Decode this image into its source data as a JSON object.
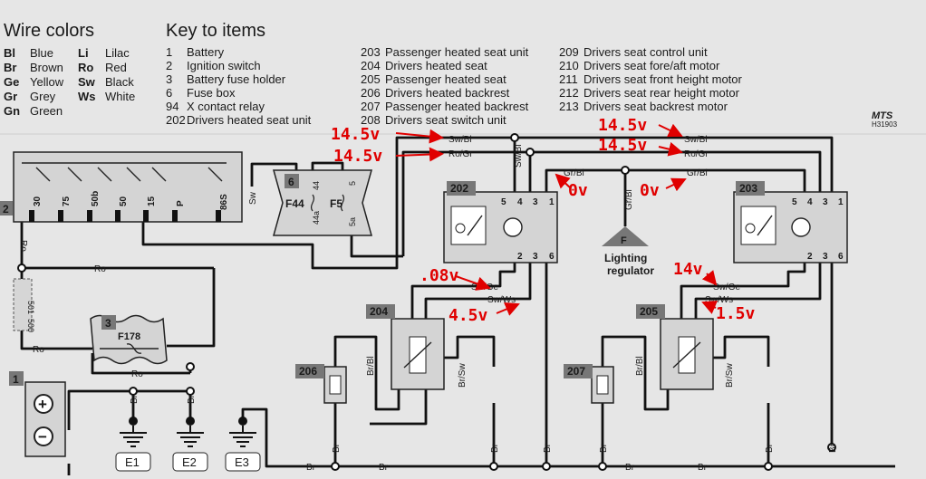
{
  "header": {
    "wire_colors_title": "Wire colors",
    "key_title": "Key to items",
    "wire_colors": [
      {
        "code": "Bl",
        "name": "Blue"
      },
      {
        "code": "Br",
        "name": "Brown"
      },
      {
        "code": "Ge",
        "name": "Yellow"
      },
      {
        "code": "Gr",
        "name": "Grey"
      },
      {
        "code": "Gn",
        "name": "Green"
      },
      {
        "code": "Li",
        "name": "Lilac"
      },
      {
        "code": "Ro",
        "name": "Red"
      },
      {
        "code": "Sw",
        "name": "Black"
      },
      {
        "code": "Ws",
        "name": "White"
      }
    ],
    "key_items": [
      {
        "num": "1",
        "name": "Battery"
      },
      {
        "num": "2",
        "name": "Ignition switch"
      },
      {
        "num": "3",
        "name": "Battery fuse holder"
      },
      {
        "num": "6",
        "name": "Fuse box"
      },
      {
        "num": "94",
        "name": "X contact relay"
      },
      {
        "num": "202",
        "name": "Drivers heated seat unit"
      },
      {
        "num": "203",
        "name": "Passenger heated seat unit"
      },
      {
        "num": "204",
        "name": "Drivers heated seat"
      },
      {
        "num": "205",
        "name": "Passenger heated seat"
      },
      {
        "num": "206",
        "name": "Drivers heated backrest"
      },
      {
        "num": "207",
        "name": "Passenger heated backrest"
      },
      {
        "num": "208",
        "name": "Drivers seat switch unit"
      },
      {
        "num": "209",
        "name": "Drivers seat control unit"
      },
      {
        "num": "210",
        "name": "Drivers seat fore/aft motor"
      },
      {
        "num": "211",
        "name": "Drivers seat front height motor"
      },
      {
        "num": "212",
        "name": "Drivers seat rear height motor"
      },
      {
        "num": "213",
        "name": "Drivers seat backrest motor"
      }
    ],
    "mts": "MTS",
    "ref": "H31903"
  },
  "components": {
    "c2": "2",
    "c3": "3",
    "c6": "6",
    "c1": "1",
    "c202": "202",
    "c203": "203",
    "c204": "204",
    "c205": "205",
    "c206": "206",
    "c207": "207",
    "f178": "F178",
    "f44": "F44",
    "f5": "F5",
    "plus": "+",
    "minus": "−",
    "reg_letter": "F",
    "regulator": [
      "Lighting",
      "regulator"
    ],
    "grounds": [
      "E1",
      "E2",
      "E3"
    ]
  },
  "switch_terms": [
    "30",
    "75",
    "50b",
    "50",
    "15",
    "P",
    "86S"
  ],
  "fuse_terms": [
    "44",
    "44a",
    "5",
    "5a"
  ],
  "unit_pins_top": [
    "5",
    "4",
    "3",
    "1"
  ],
  "unit_pins_bottom": [
    "2",
    "3",
    "6"
  ],
  "harness_501": "501",
  "harness_500": "500",
  "wire_labels": {
    "sw_bl": "Sw/Bl",
    "ro_gr": "Ro/Gr",
    "gr_bl": "Gr/Bl",
    "sw_ge": "Sw/Ge",
    "sw_ws": "Sw/Ws",
    "ro": "Ro",
    "sw": "Sw",
    "br": "Br",
    "br_bl": "Br/Bl",
    "br_sw": "Br/Sw"
  },
  "annotations": {
    "v1": "14.5v",
    "v2": "14.5v",
    "v3": "14.5v",
    "v4": "14.5v",
    "v5": "0v",
    "v6": "0v",
    "v7": ".08v",
    "v8": "4.5v",
    "v9": "14v",
    "v10": "1.5v",
    "color": "#e00000"
  }
}
